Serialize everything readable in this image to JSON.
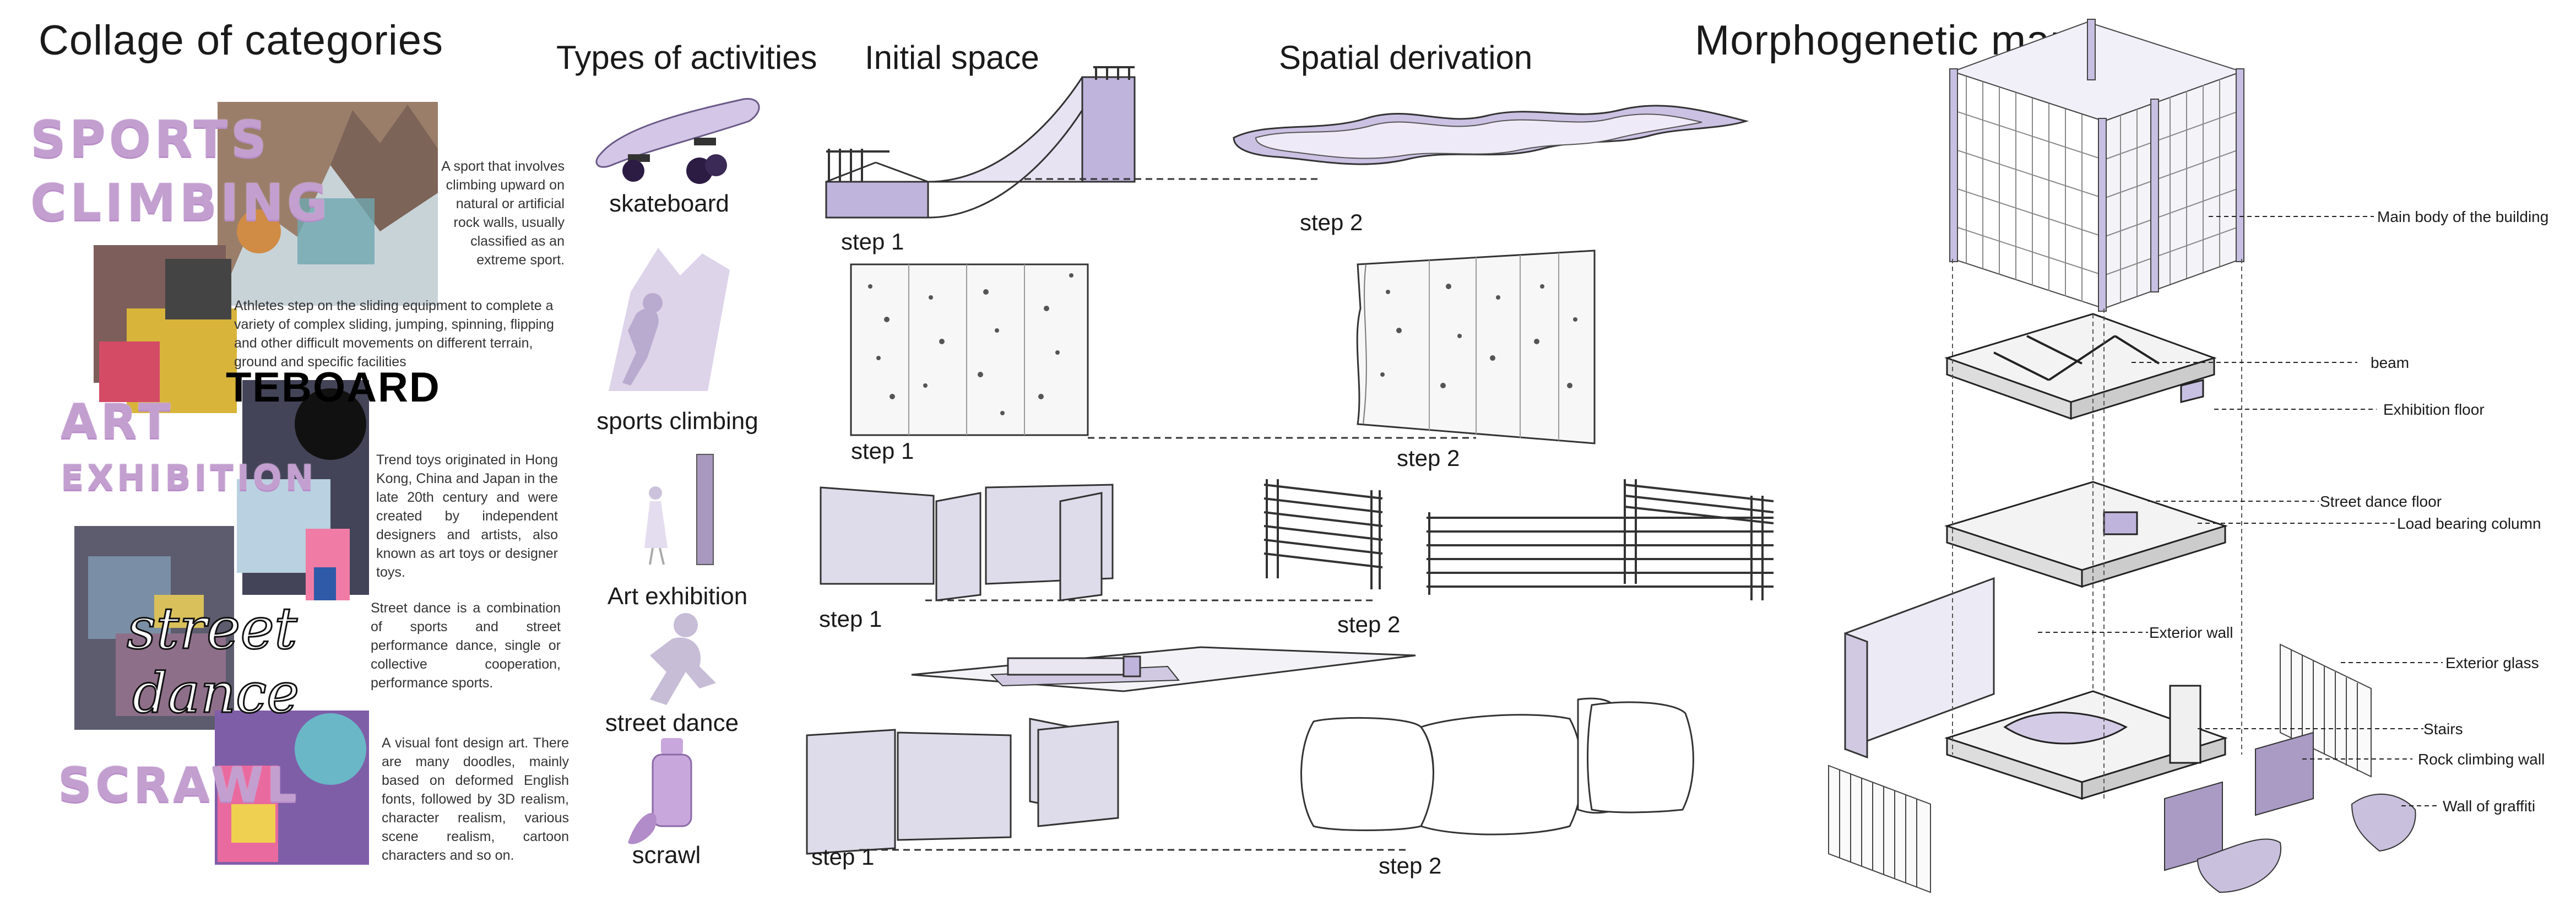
{
  "headers": {
    "collage": "Collage of categories",
    "activities": "Types of activities",
    "initial": "Initial space",
    "derivation": "Spatial derivation",
    "morpho": "Morphogenetic map"
  },
  "categories": {
    "sports": "SPORTS",
    "climbing": "CLIMBING",
    "skateboard_overlay": "TEBOARD",
    "art": "ART",
    "exhibition": "EXHIBITION",
    "street": "street",
    "dance": "dance",
    "scrawl": "SCRAWL"
  },
  "descriptions": {
    "climbing": "A sport that involves climbing upward on natural or artificial rock walls, usually classified as an extreme sport.",
    "skateboard": "Athletes step on the sliding equipment to complete a variety of complex sliding, jumping, spinning, flipping and other difficult movements on different terrain, ground and specific facilities",
    "art": "Trend toys originated in Hong Kong, China and Japan in the late 20th century and were created by independent designers and artists, also known as art toys or designer toys.",
    "street": "Street dance is a combination of sports and street performance dance, single or collective cooperation, performance sports.",
    "scrawl": "A visual font design art. There are many doodles, mainly based on deformed English fonts, followed by 3D realism, character realism, various scene realism, cartoon characters and so on."
  },
  "activities": {
    "skateboard": "skateboard",
    "climbing": "sports climbing",
    "art": "Art exhibition",
    "street": "street dance",
    "scrawl": "scrawl"
  },
  "steps": {
    "r1_s1": "step 1",
    "r1_s2": "step 2",
    "r2_s1": "step 1",
    "r2_s2": "step 2",
    "r3_s1": "step 1",
    "r3_s2": "step 2",
    "r4_s1": "step 1",
    "r4_s2": "step 2"
  },
  "callouts": {
    "main_body": "Main body of the building",
    "beam": "beam",
    "exhibition_floor": "Exhibition floor",
    "street_floor": "Street dance floor",
    "column": "Load bearing column",
    "ext_wall": "Exterior wall",
    "ext_glass": "Exterior glass",
    "stairs": "Stairs",
    "rock_wall": "Rock climbing wall",
    "graffiti": "Wall of graffiti"
  },
  "colors": {
    "accent_purple": "#c39fd0",
    "lavender": "#d9d2ea",
    "dark_purple": "#3a2a55",
    "line": "#333333"
  }
}
